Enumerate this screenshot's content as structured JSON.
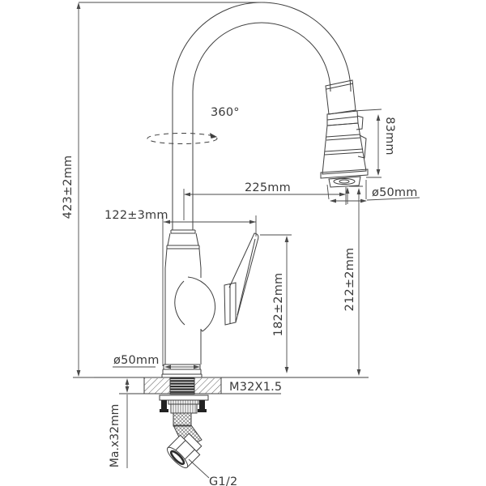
{
  "colors": {
    "background": "#ffffff",
    "line": "#3f3f3f",
    "dimension_line": "#4a4a4a",
    "text": "#3a3a3a"
  },
  "annotations": {
    "total_height": "423±2mm",
    "swivel_angle": "360°",
    "spray_head_height": "83mm",
    "spout_reach": "225mm",
    "spray_head_diameter": "ø50mm",
    "spout_offset": "122±3mm",
    "outlet_height": "212±2mm",
    "handle_top_height": "182±2mm",
    "base_diameter": "ø50mm",
    "mounting_thread": "M32X1.5",
    "max_deck_thickness": "Ma.x32mm",
    "inlet_connection": "G1/2"
  }
}
